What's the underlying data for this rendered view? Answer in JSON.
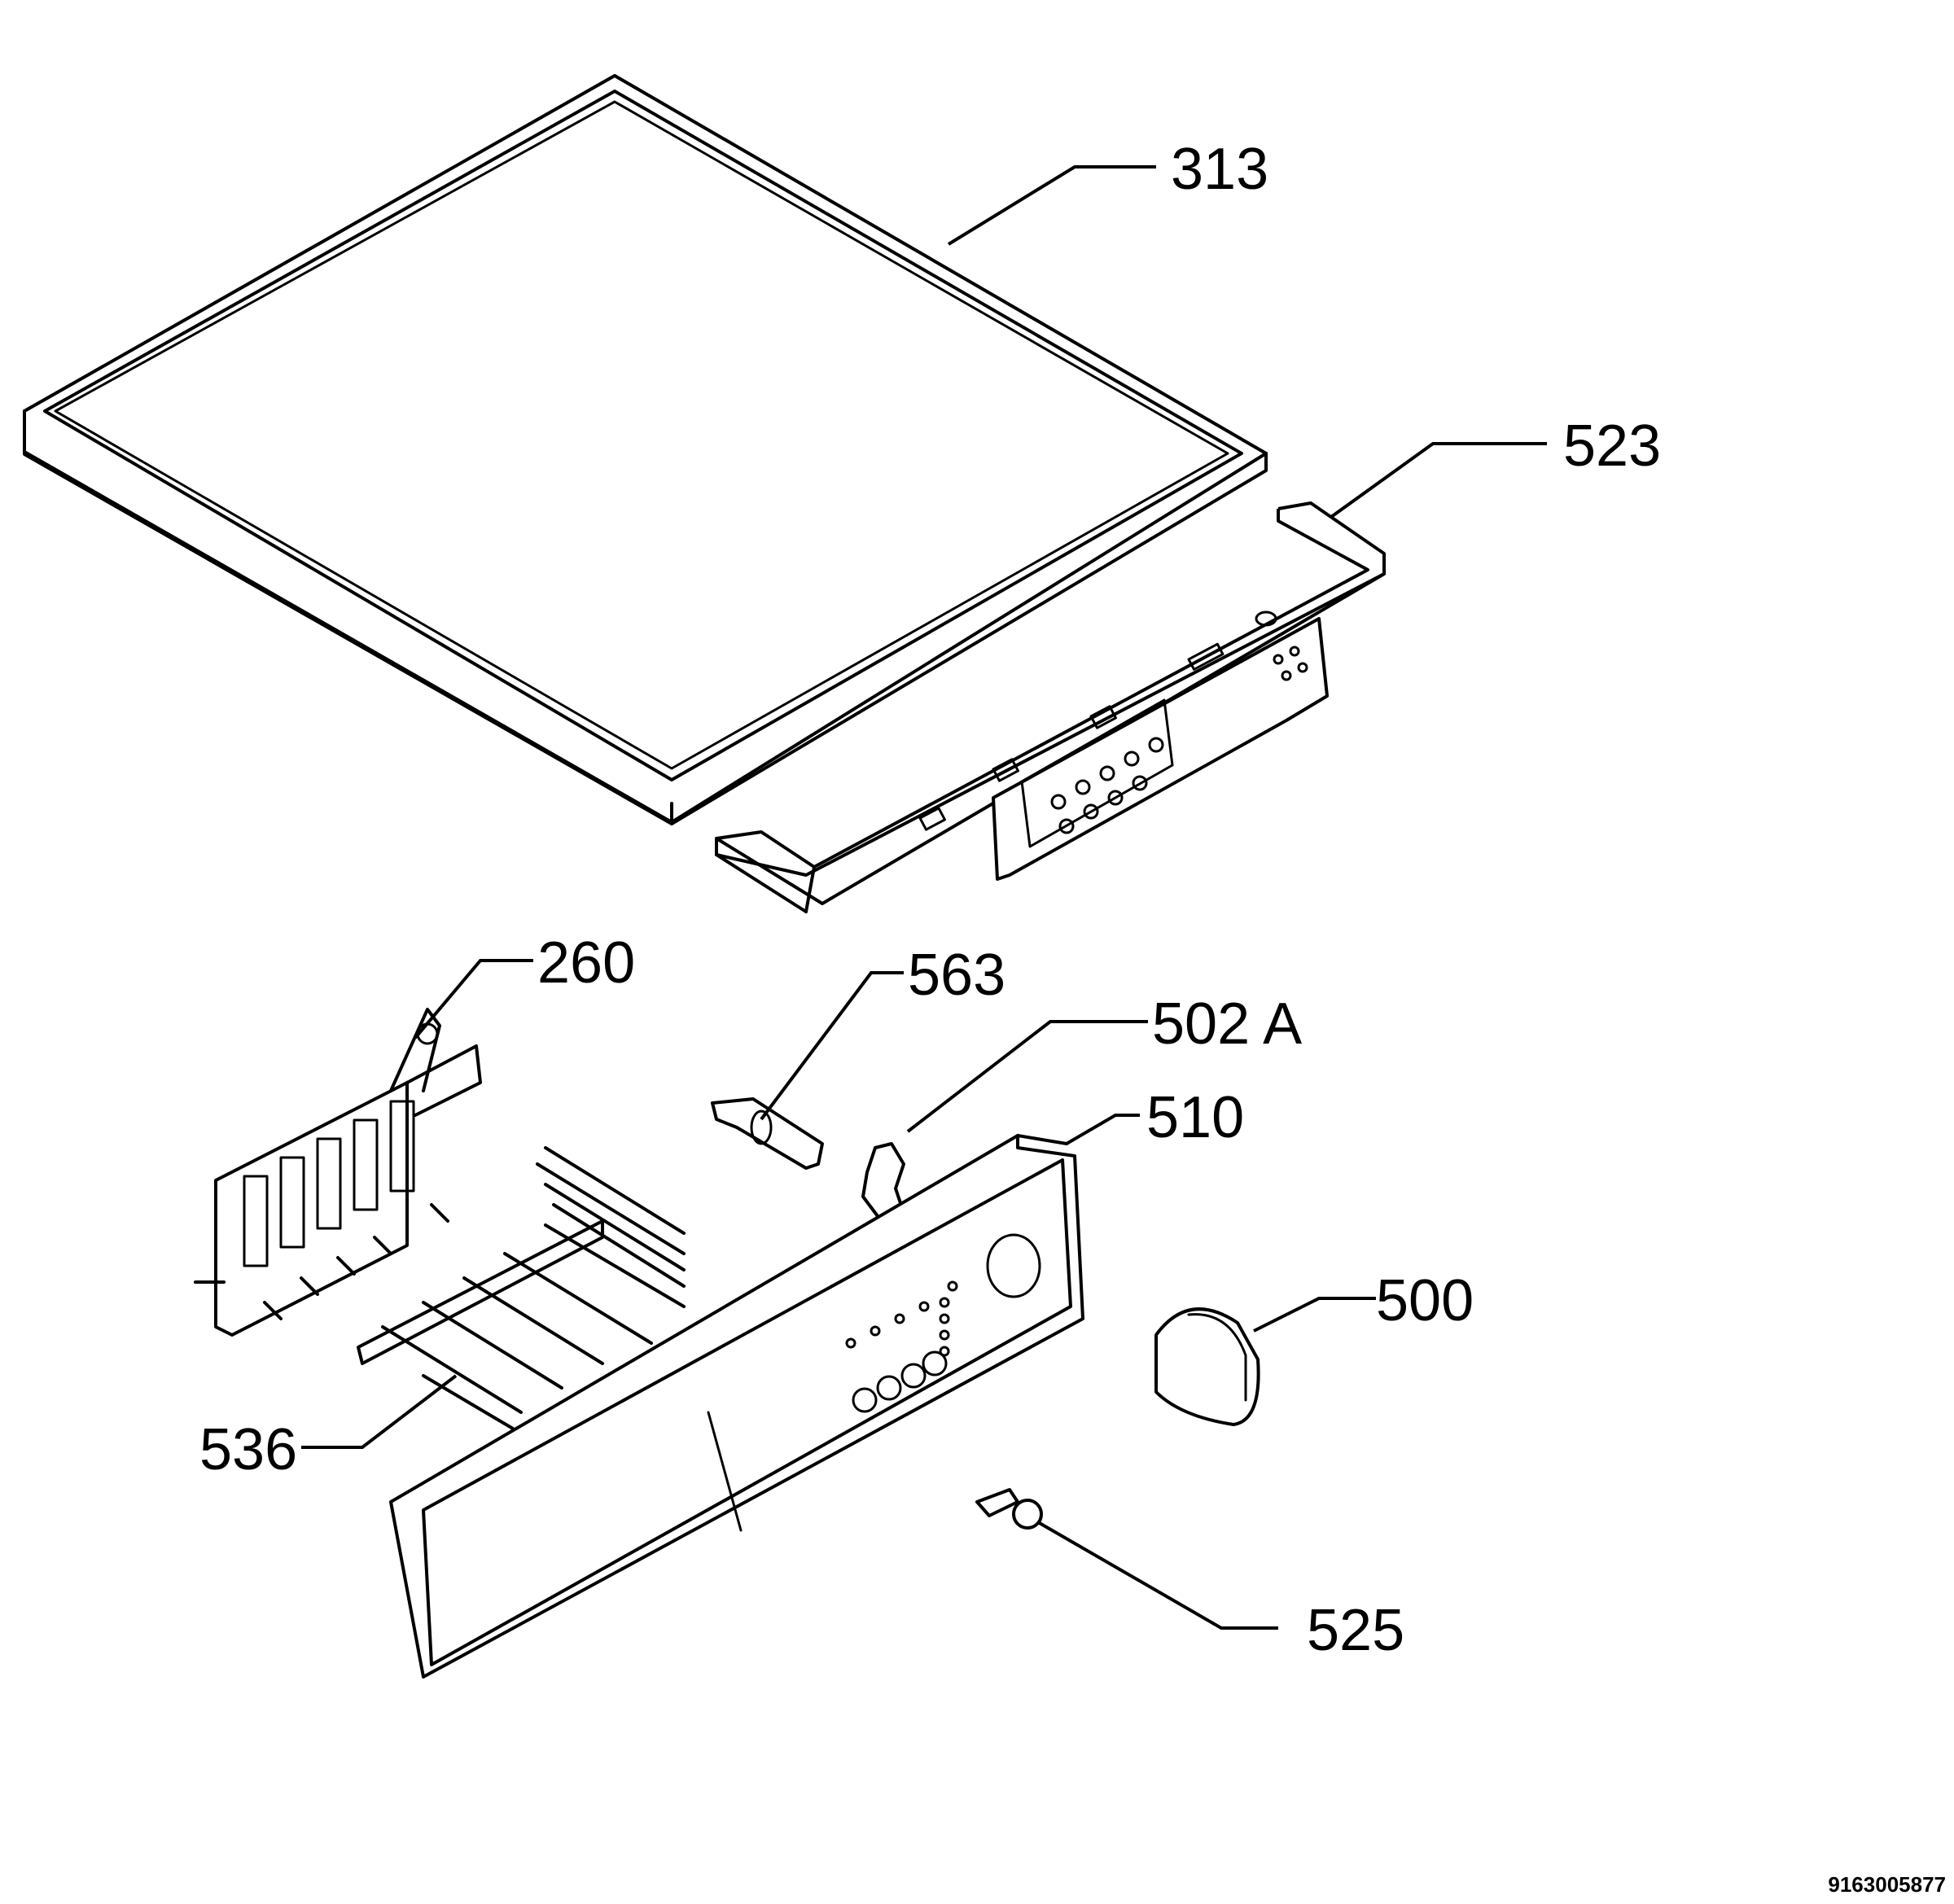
{
  "callouts": [
    {
      "id": "313",
      "label": "313"
    },
    {
      "id": "523",
      "label": "523"
    },
    {
      "id": "260",
      "label": "260"
    },
    {
      "id": "563",
      "label": "563"
    },
    {
      "id": "502a",
      "label": "502 A"
    },
    {
      "id": "510",
      "label": "510"
    },
    {
      "id": "500",
      "label": "500"
    },
    {
      "id": "536",
      "label": "536"
    },
    {
      "id": "525",
      "label": "525"
    }
  ],
  "document_number": "9163005877"
}
